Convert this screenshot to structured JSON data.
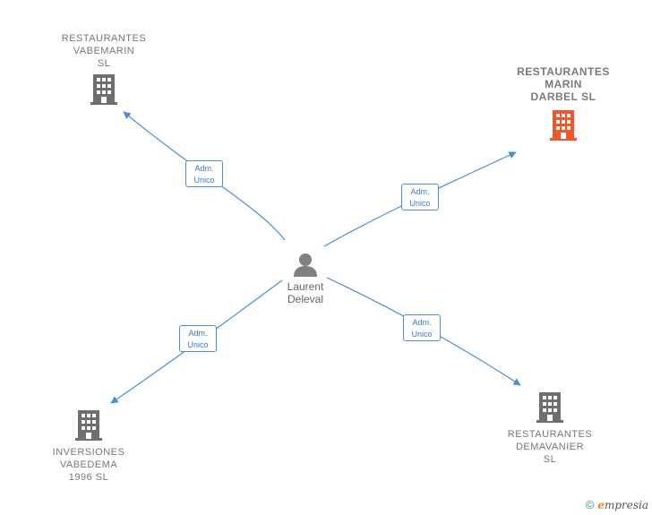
{
  "colors": {
    "edge": "#4a8fd6",
    "company_icon": "#6f6f6f",
    "highlight_icon": "#f0582c",
    "person_icon": "#808080"
  },
  "person": {
    "first_name": "Laurent",
    "last_name": "Deleval",
    "icon": "person-icon"
  },
  "companies": [
    {
      "id": "vabemarin",
      "name": "RESTAURANTES\nVABEMARIN\nSL",
      "icon": "building-icon"
    },
    {
      "id": "marin-darbel",
      "name": "RESTAURANTES\nMARIN\nDARBEL  SL",
      "icon": "building-icon",
      "highlight": true
    },
    {
      "id": "vabedema",
      "name": "INVERSIONES\nVABEDEMA\n1996  SL",
      "icon": "building-icon"
    },
    {
      "id": "demavanier",
      "name": "RESTAURANTES\nDEMAVANIER\nSL",
      "icon": "building-icon"
    }
  ],
  "relations": [
    {
      "line1": "Adm.",
      "line2": "Unico"
    },
    {
      "line1": "Adm.",
      "line2": "Unico"
    },
    {
      "line1": "Adm.",
      "line2": "Unico"
    },
    {
      "line1": "Adm.",
      "line2": "Unico"
    }
  ],
  "footer": {
    "copyright": "©",
    "brand_initial": "e",
    "brand_rest": "mpresia"
  }
}
